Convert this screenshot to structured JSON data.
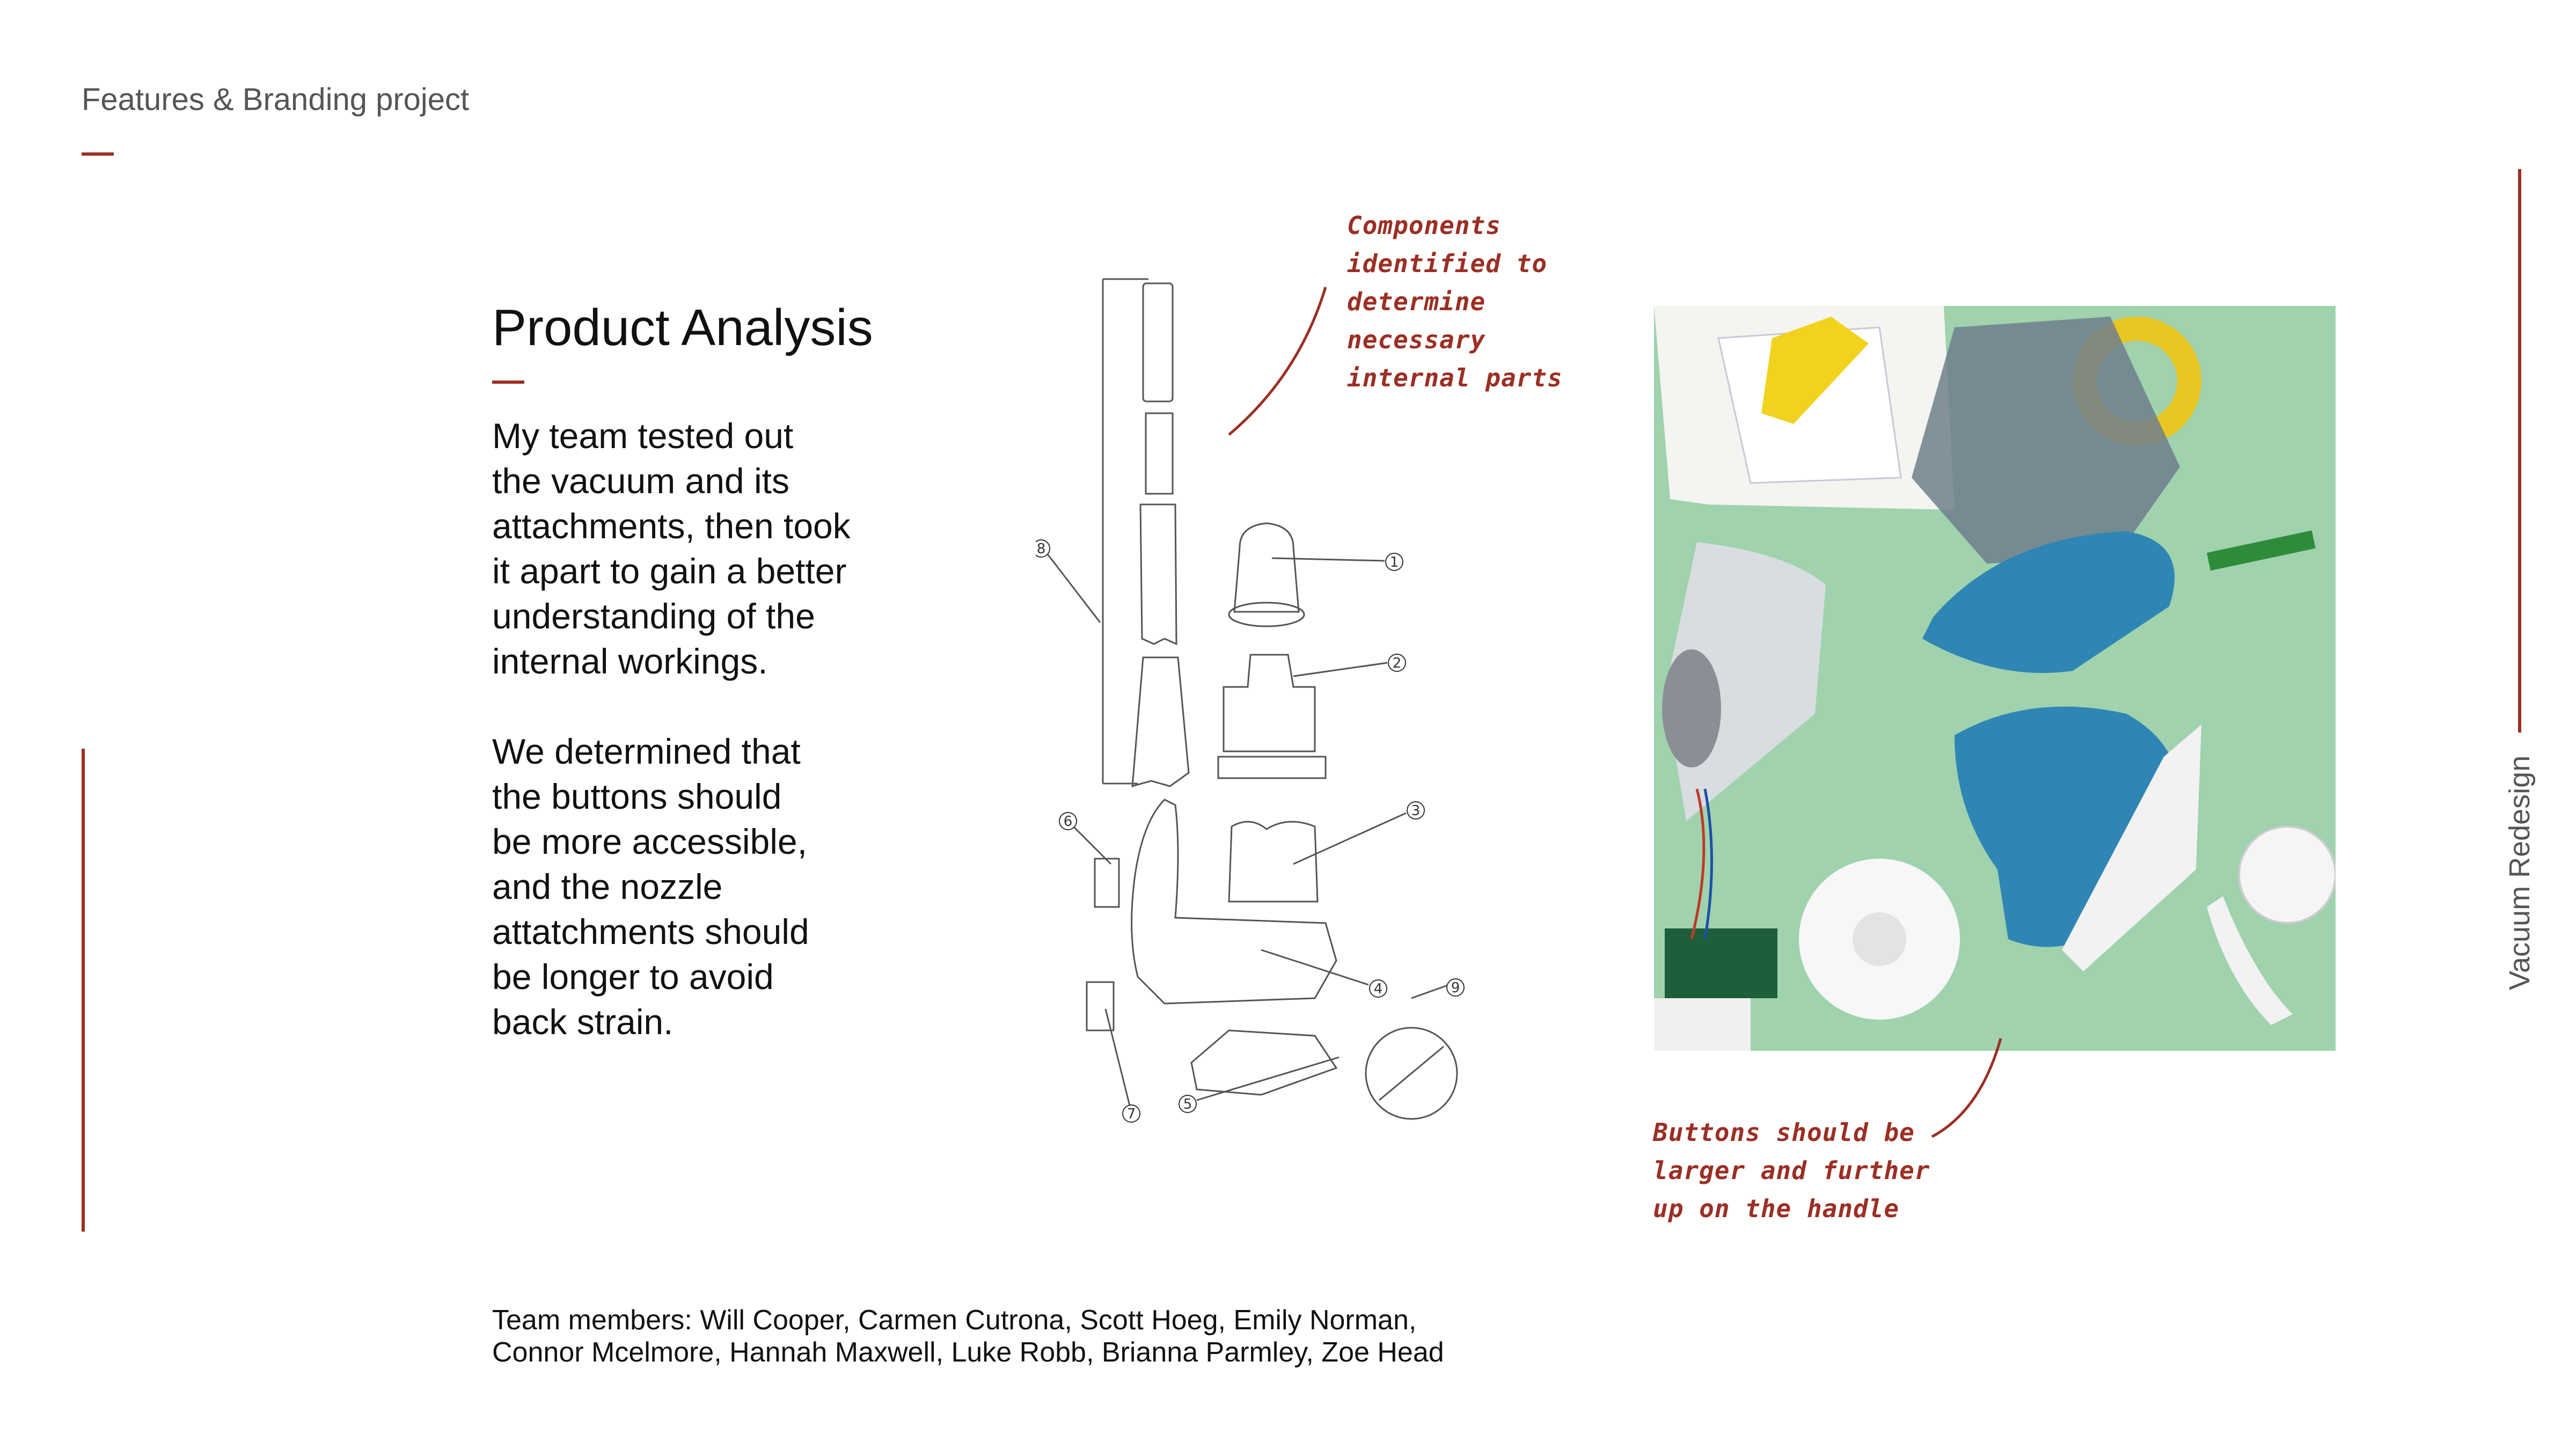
{
  "header": {
    "project_label": "Features & Branding project"
  },
  "side": {
    "label": "Vacuum Redesign"
  },
  "section": {
    "title": "Product Analysis",
    "paragraph_1": "My team tested out\nthe vacuum and its\nattachments, then took\nit apart to gain a better\nunderstanding of the\ninternal workings.",
    "paragraph_2": "We determined that\nthe buttons should\nbe more accessible,\nand the nozzle\nattatchments should\nbe longer to avoid\nback strain."
  },
  "annotations": {
    "components": "Components\nidentified to\ndetermine\nnecessary\ninternal parts",
    "buttons": "Buttons should be\nlarger and further\nup on the handle"
  },
  "diagram": {
    "callouts": [
      "1",
      "2",
      "3",
      "4",
      "5",
      "6",
      "7",
      "8",
      "9"
    ]
  },
  "team": {
    "members_text": "Team members: Will Cooper, Carmen Cutrona, Scott Hoeg, Emily Norman,\nConnor Mcelmore, Hannah Maxwell, Luke Robb, Brianna Parmley, Zoe Head"
  },
  "colors": {
    "accent": "#9b2f24",
    "text": "#111111",
    "muted": "#555555",
    "mat": "#9fd2ad",
    "part_blue": "#2f86b4"
  }
}
